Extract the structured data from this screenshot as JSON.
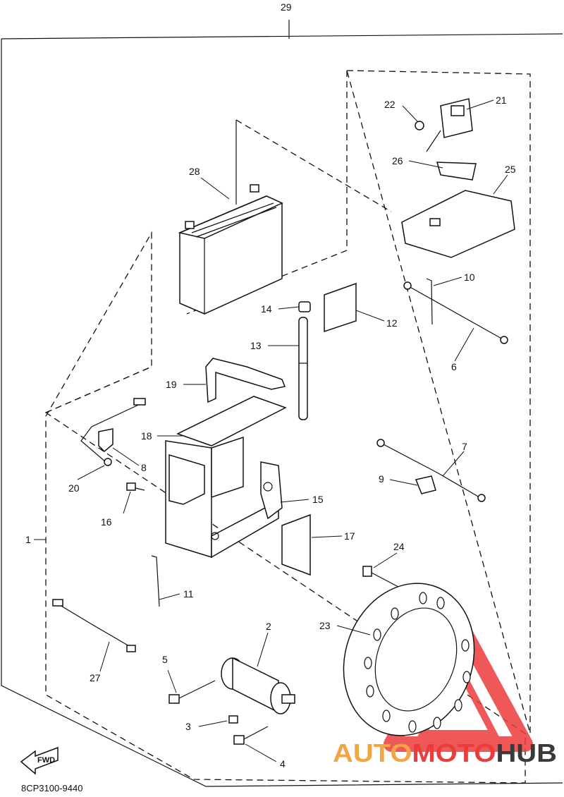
{
  "diagram": {
    "assembly_number": "29",
    "catalog_code": "8CP3100-9440",
    "fwd_label": "FWD",
    "callouts": [
      "1",
      "2",
      "3",
      "4",
      "5",
      "6",
      "7",
      "8",
      "9",
      "10",
      "11",
      "12",
      "13",
      "14",
      "15",
      "16",
      "17",
      "18",
      "19",
      "20",
      "21",
      "22",
      "23",
      "24",
      "25",
      "26",
      "27",
      "28"
    ]
  },
  "watermark": {
    "part1": "AUTO",
    "part2": "MOTO",
    "part3": "HUB",
    "color_orange": "#f2a544",
    "color_red": "#ec3b3b",
    "color_dark": "#3a3a3a"
  }
}
